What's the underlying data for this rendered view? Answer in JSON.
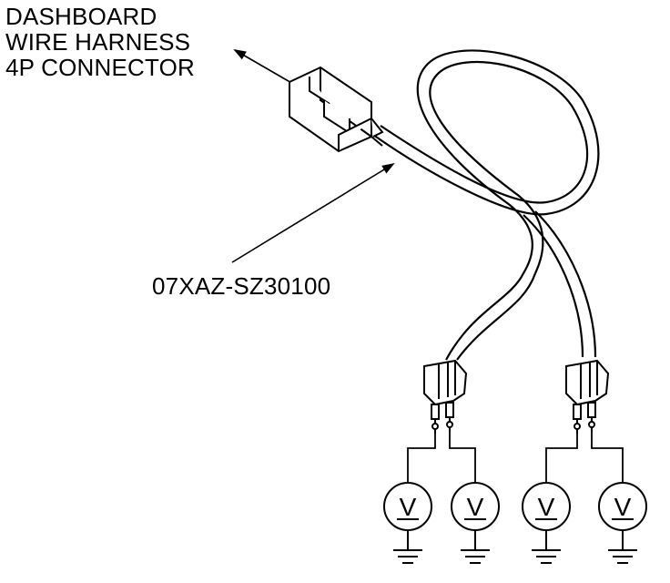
{
  "callouts": {
    "connector": {
      "lines": [
        "DASHBOARD",
        "WIRE HARNESS",
        "4P CONNECTOR"
      ]
    },
    "tool": {
      "part_number": "07XAZ-SZ30100"
    }
  },
  "voltmeters": {
    "symbol": "V",
    "count": 4
  }
}
